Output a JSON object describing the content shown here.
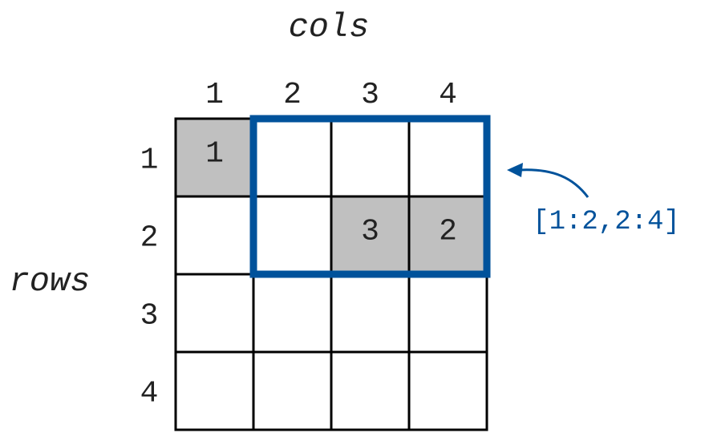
{
  "labels": {
    "cols": "cols",
    "rows": "rows"
  },
  "col_headers": [
    "1",
    "2",
    "3",
    "4"
  ],
  "row_headers": [
    "1",
    "2",
    "3",
    "4"
  ],
  "grid": {
    "cells": [
      [
        "1",
        "",
        "",
        ""
      ],
      [
        "",
        "",
        "3",
        "2"
      ],
      [
        "",
        "",
        "",
        ""
      ],
      [
        "",
        "",
        "",
        ""
      ]
    ],
    "shaded": [
      [
        true,
        false,
        false,
        false
      ],
      [
        false,
        false,
        true,
        true
      ],
      [
        false,
        false,
        false,
        false
      ],
      [
        false,
        false,
        false,
        false
      ]
    ]
  },
  "selection": {
    "annotation": "[1:2,2:4]",
    "row_start": 1,
    "row_end": 2,
    "col_start": 2,
    "col_end": 4
  },
  "colors": {
    "shade": "#c0c0c0",
    "grid_line": "#000000",
    "highlight": "#00529b",
    "text": "#222222"
  }
}
